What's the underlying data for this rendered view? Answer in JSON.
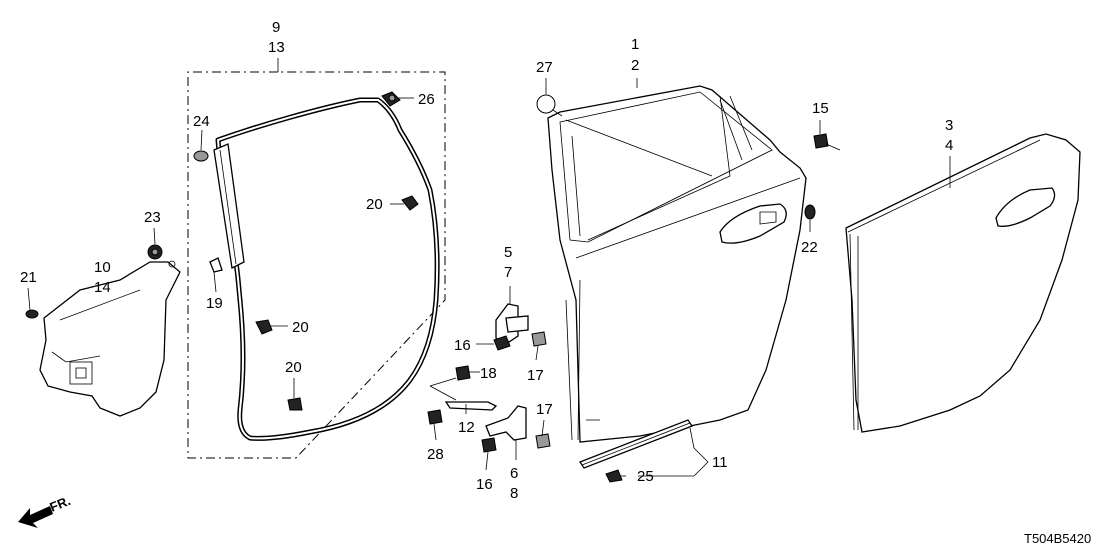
{
  "diagram": {
    "labels": {
      "l1": "1",
      "l2": "2",
      "l3": "3",
      "l4": "4",
      "l5": "5",
      "l6": "6",
      "l7": "7",
      "l8": "8",
      "l9": "9",
      "l10": "10",
      "l11": "11",
      "l12": "12",
      "l13": "13",
      "l14": "14",
      "l15": "15",
      "l16a": "16",
      "l16b": "16",
      "l17a": "17",
      "l17b": "17",
      "l18": "18",
      "l19": "19",
      "l20a": "20",
      "l20b": "20",
      "l20c": "20",
      "l21": "21",
      "l22": "22",
      "l23": "23",
      "l24": "24",
      "l25": "25",
      "l26": "26",
      "l27": "27",
      "l28": "28"
    },
    "front_indicator": "FR.",
    "drawing_code": "T504B5420"
  },
  "colors": {
    "line": "#000000",
    "background": "#ffffff"
  }
}
